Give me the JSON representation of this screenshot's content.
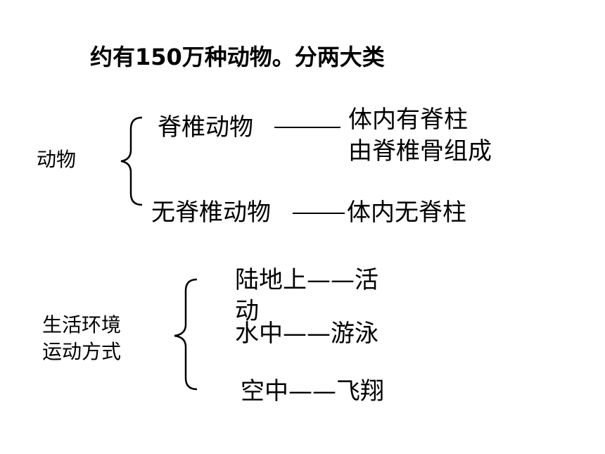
{
  "title": "约有150万种动物。分两大类",
  "classification": {
    "root_label": "动物",
    "vertebrate": {
      "label": "脊椎动物",
      "desc_line1": "体内有脊柱",
      "desc_line2": "由脊椎骨组成"
    },
    "invertebrate": {
      "label": "无脊椎动物",
      "desc": "体内无脊柱"
    }
  },
  "movement": {
    "root_line1": "生活环境",
    "root_line2": "运动方式",
    "land_line1": "陆地上——活",
    "land_line2": "动",
    "water": "水中——游泳",
    "air": "空中——飞翔"
  }
}
